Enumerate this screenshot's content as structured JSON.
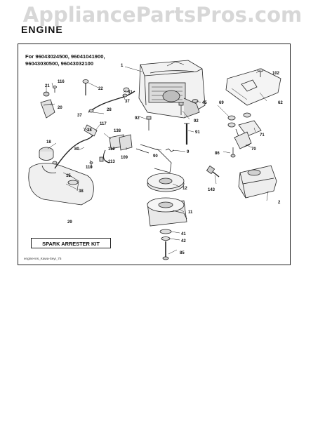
{
  "watermark": "AppliancePartsPros.com",
  "section_title": "ENGINE",
  "models": {
    "line1": "For 96043024500, 96041041900,",
    "line2": "96043030500, 96043032100"
  },
  "kit_label": "SPARK ARRESTER KIT",
  "footer_code": "engine-ins_Kawa-Seyi_75",
  "part_numbers": {
    "p1": "1",
    "p102": "102",
    "p116": "116",
    "p21": "21",
    "p22": "22",
    "p31": "31",
    "p37a": "37",
    "p20": "20",
    "p28": "28",
    "p37b": "37",
    "p92a": "92",
    "p45": "45",
    "p62": "62",
    "p69": "69",
    "p92b": "92",
    "p117": "117",
    "p138": "138",
    "p38a": "38",
    "p91": "91",
    "p71": "71",
    "p18": "18",
    "p80": "80",
    "p112": "112",
    "p109": "109",
    "p90": "90",
    "p9": "9",
    "p70": "70",
    "p86": "86",
    "p110": "110",
    "p113": "113",
    "p15": "15",
    "p38b": "38",
    "p12": "12",
    "p143": "143",
    "p2": "2",
    "p11": "11",
    "p29": "29",
    "p41": "41",
    "p42": "42",
    "p85": "85"
  }
}
